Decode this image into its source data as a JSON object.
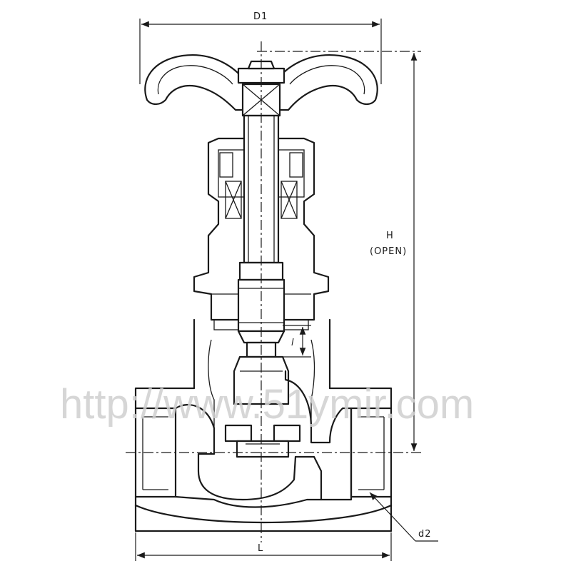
{
  "labels": {
    "d1": "D1",
    "h": "H",
    "open": "(OPEN)",
    "l_small": "l",
    "l": "L",
    "d2": "d2"
  },
  "watermark": "http://www.51ymir.com",
  "colors": {
    "line": "#1a1a1a",
    "watermark": "#cfcfcf",
    "background": "#ffffff"
  }
}
